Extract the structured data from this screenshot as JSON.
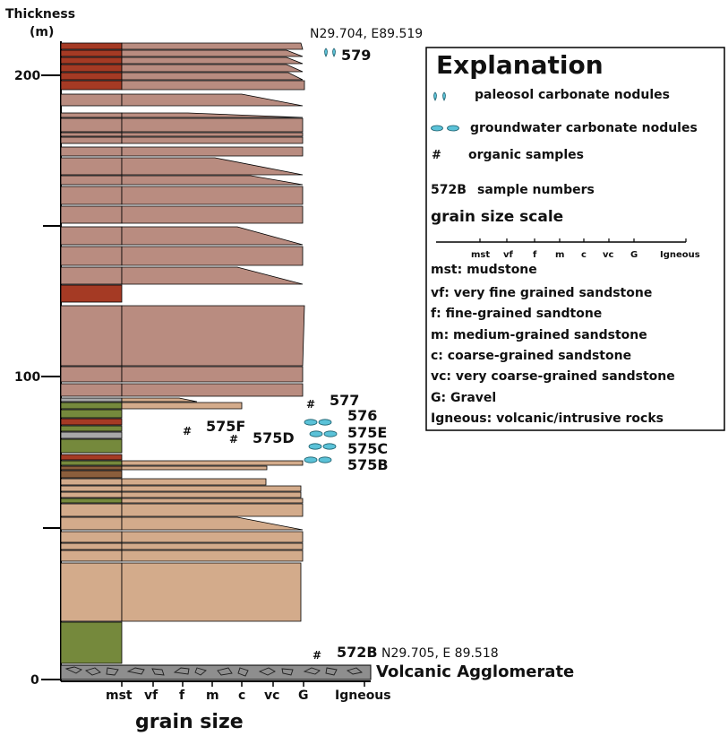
{
  "thickness_label": "Thickness",
  "thickness_unit": "(m)",
  "scale_ticks": [
    "200",
    "100",
    "0"
  ],
  "grain_axis_labels": [
    "mst",
    "vf",
    "f",
    "m",
    "c",
    "vc",
    "G",
    "Igneous"
  ],
  "grain_axis_title": "grain size",
  "coord_top": "N29.704, E89.519",
  "coord_bottom": "N29.705, E 89.518",
  "volcanic_label": "Volcanic Agglomerate",
  "samples": {
    "s579": "579",
    "s577": "577",
    "s576": "576",
    "s575F": "575F",
    "s575E": "575E",
    "s575D": "575D",
    "s575C": "575C",
    "s575B": "575B",
    "s572B": "572B"
  },
  "explanation": {
    "title": "Explanation",
    "paleosol": "paleosol carbonate nodules",
    "groundwater": "groundwater carbonate nodules",
    "organic": "organic samples",
    "sample_code": "572B",
    "sample_text": "sample numbers",
    "grain_scale_title": "grain size scale",
    "scale_labels": [
      "mst",
      "vf",
      "f",
      "m",
      "c",
      "vc",
      "G",
      "Igneous"
    ],
    "definitions": [
      "mst:  mudstone",
      "vf:  very fine grained sandstone",
      "f:  fine-grained sandtone",
      "m: medium-grained sandstone",
      "c:  coarse-grained sandstone",
      "vc:  very coarse-grained sandstone",
      "G:  Gravel",
      "Igneous:  volcanic/intrusive rocks"
    ]
  },
  "colors": {
    "mudstone_red": "#a53a24",
    "mudstone_green": "#75893c",
    "mudstone_gray": "#a8a8a8",
    "mudstone_brown": "#8b5e3c",
    "sandstone_mauve": "#b98c80",
    "sandstone_tan": "#d3ab8b",
    "volcanic": "#8e8e8e",
    "nodule": "#5bc2d8"
  }
}
